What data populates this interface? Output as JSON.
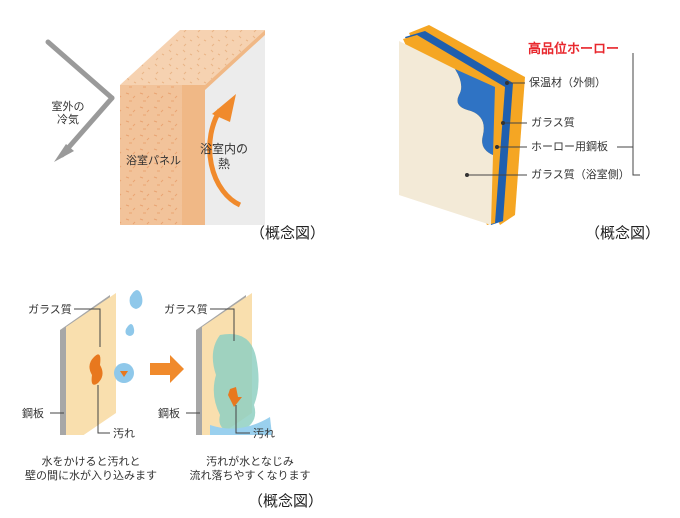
{
  "panel1": {
    "outside_cold": [
      "室外の",
      "冷気"
    ],
    "bath_panel": "浴室パネル",
    "inside_heat": [
      "浴室内の",
      "熱"
    ],
    "caption": "（概念図）"
  },
  "panel2": {
    "title": "高品位ホーロー",
    "labels": [
      "保温材（外側）",
      "ガラス質",
      "ホーロー用鋼板",
      "ガラス質（浴室側）"
    ],
    "caption": "（概念図）",
    "colors": {
      "glass": "#1f5fae",
      "steel": "#f5a623",
      "title": "#e8272d"
    }
  },
  "panel3": {
    "left": {
      "glass": "ガラス質",
      "steel": "鋼板",
      "dirt": "汚れ",
      "note": [
        "水をかけると汚れと",
        "壁の間に水が入り込みます"
      ]
    },
    "right": {
      "glass": "ガラス質",
      "steel": "鋼板",
      "dirt": "汚れ",
      "note": [
        "汚れが水となじみ",
        "流れ落ちやすくなります"
      ]
    },
    "caption": "（概念図）"
  }
}
